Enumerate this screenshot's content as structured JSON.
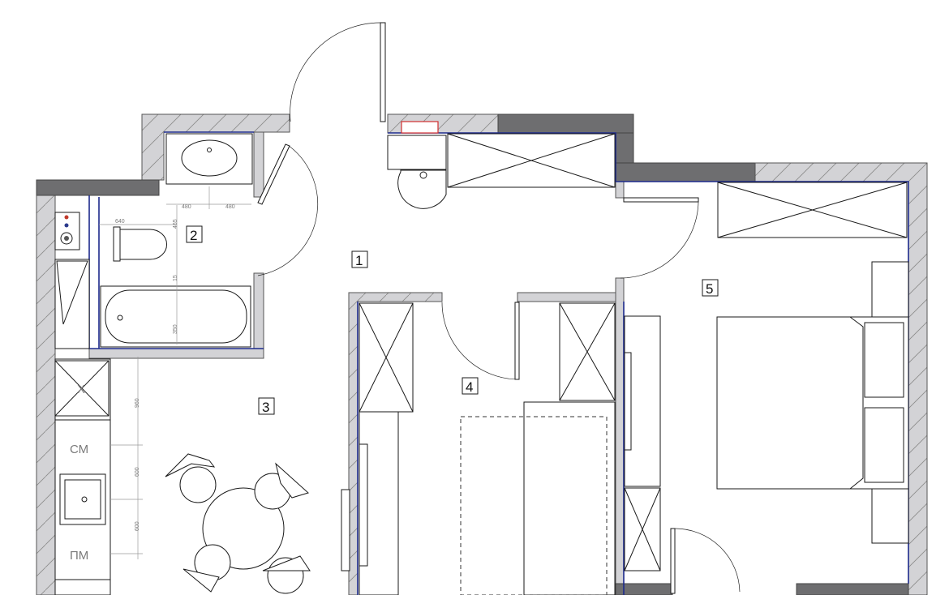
{
  "rooms": [
    {
      "id": "1",
      "label": "1"
    },
    {
      "id": "2",
      "label": "2"
    },
    {
      "id": "3",
      "label": "3"
    },
    {
      "id": "4",
      "label": "4"
    },
    {
      "id": "5",
      "label": "5"
    }
  ],
  "bathroom_dimensions": {
    "d480_left": "480",
    "d480_right": "480",
    "d640": "640",
    "d465": "465",
    "d15": "15",
    "d350": "350"
  },
  "kitchen_dimensions": {
    "d960": "960",
    "d600_top": "600",
    "d600_bottom": "600"
  },
  "appliances": {
    "fridge": "Х",
    "dishwasher": "СМ",
    "washer": "ПМ"
  }
}
